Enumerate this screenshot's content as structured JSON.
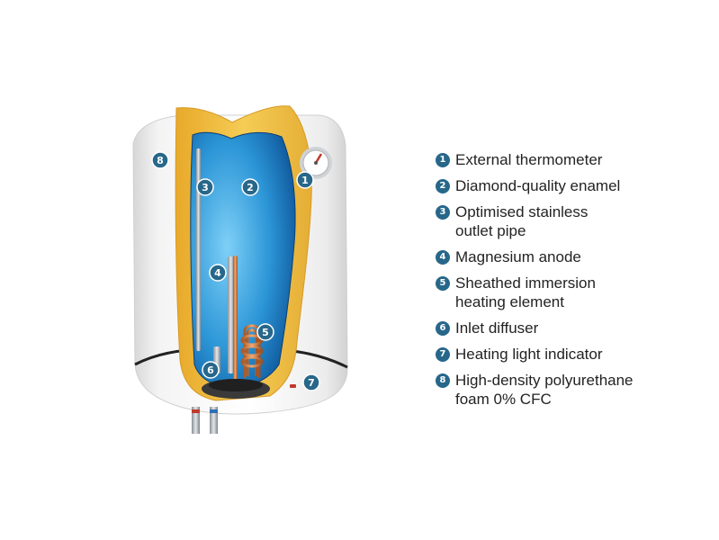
{
  "badge_color": "#27678a",
  "diagram_markers": [
    {
      "number": "1",
      "part": "external-thermometer"
    },
    {
      "number": "2",
      "part": "enamel-tank"
    },
    {
      "number": "3",
      "part": "outlet-pipe"
    },
    {
      "number": "4",
      "part": "magnesium-anode"
    },
    {
      "number": "5",
      "part": "heating-element"
    },
    {
      "number": "6",
      "part": "inlet-diffuser"
    },
    {
      "number": "7",
      "part": "heating-light-indicator"
    },
    {
      "number": "8",
      "part": "polyurethane-foam"
    }
  ],
  "legend": [
    {
      "number": "1",
      "lines": [
        "External thermometer"
      ]
    },
    {
      "number": "2",
      "lines": [
        "Diamond-quality enamel"
      ]
    },
    {
      "number": "3",
      "lines": [
        "Optimised stainless",
        "outlet pipe"
      ]
    },
    {
      "number": "4",
      "lines": [
        "Magnesium anode"
      ]
    },
    {
      "number": "5",
      "lines": [
        "Sheathed immersion",
        "heating element"
      ]
    },
    {
      "number": "6",
      "lines": [
        "Inlet diffuser"
      ]
    },
    {
      "number": "7",
      "lines": [
        "Heating light indicator"
      ]
    },
    {
      "number": "8",
      "lines": [
        "High-density polyurethane",
        "foam 0% CFC"
      ]
    }
  ]
}
